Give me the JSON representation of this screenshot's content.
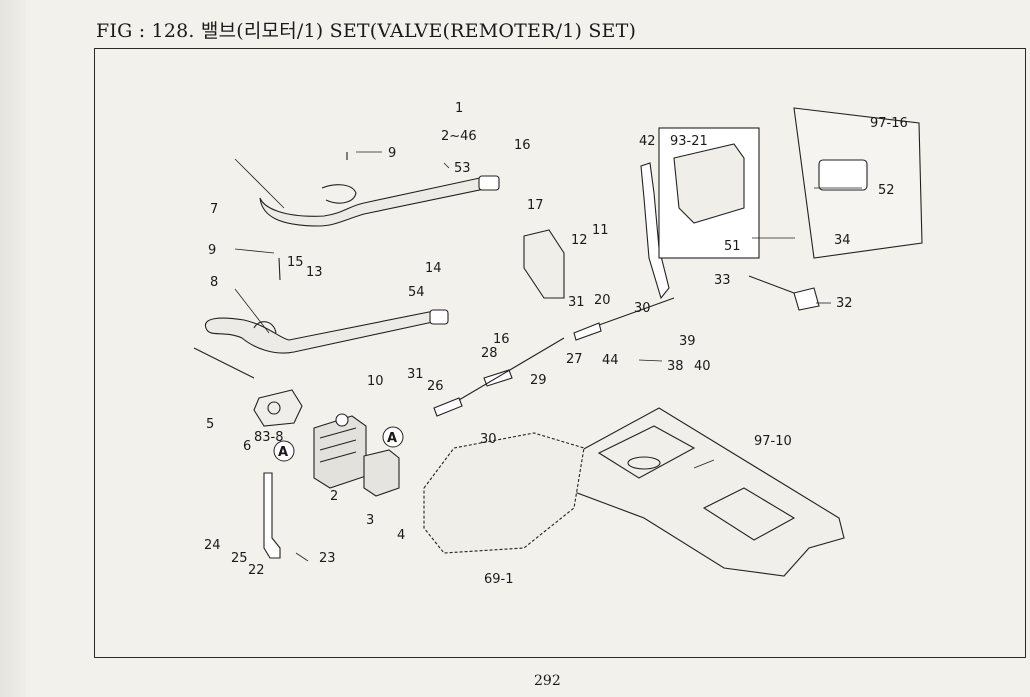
{
  "title": "FIG : 128. 밸브(리모터/1) SET(VALVE(REMOTER/1) SET)",
  "page_number": "292",
  "callouts": [
    {
      "id": "c1",
      "text": "1"
    },
    {
      "id": "c1r",
      "text": "2~46"
    },
    {
      "id": "c2",
      "text": "2"
    },
    {
      "id": "c3",
      "text": "3"
    },
    {
      "id": "c4",
      "text": "4"
    },
    {
      "id": "c5",
      "text": "5"
    },
    {
      "id": "c6",
      "text": "6"
    },
    {
      "id": "c7",
      "text": "7"
    },
    {
      "id": "c8",
      "text": "8"
    },
    {
      "id": "c9a",
      "text": "9"
    },
    {
      "id": "c9b",
      "text": "9"
    },
    {
      "id": "c10",
      "text": "10"
    },
    {
      "id": "c11",
      "text": "11"
    },
    {
      "id": "c12",
      "text": "12"
    },
    {
      "id": "c13",
      "text": "13"
    },
    {
      "id": "c14",
      "text": "14"
    },
    {
      "id": "c15",
      "text": "15"
    },
    {
      "id": "c16a",
      "text": "16"
    },
    {
      "id": "c16b",
      "text": "16"
    },
    {
      "id": "c17",
      "text": "17"
    },
    {
      "id": "c20",
      "text": "20"
    },
    {
      "id": "c22",
      "text": "22"
    },
    {
      "id": "c23",
      "text": "23"
    },
    {
      "id": "c24",
      "text": "24"
    },
    {
      "id": "c25",
      "text": "25"
    },
    {
      "id": "c26",
      "text": "26"
    },
    {
      "id": "c27",
      "text": "27"
    },
    {
      "id": "c28",
      "text": "28"
    },
    {
      "id": "c29",
      "text": "29"
    },
    {
      "id": "c30a",
      "text": "30"
    },
    {
      "id": "c30b",
      "text": "30"
    },
    {
      "id": "c31a",
      "text": "31"
    },
    {
      "id": "c31b",
      "text": "31"
    },
    {
      "id": "c32",
      "text": "32"
    },
    {
      "id": "c33",
      "text": "33"
    },
    {
      "id": "c34",
      "text": "34"
    },
    {
      "id": "c38",
      "text": "38"
    },
    {
      "id": "c39",
      "text": "39"
    },
    {
      "id": "c40",
      "text": "40"
    },
    {
      "id": "c42",
      "text": "42"
    },
    {
      "id": "c44",
      "text": "44"
    },
    {
      "id": "c51",
      "text": "51"
    },
    {
      "id": "c52",
      "text": "52"
    },
    {
      "id": "c53",
      "text": "53"
    },
    {
      "id": "c54",
      "text": "54"
    },
    {
      "id": "c69",
      "text": "69-1"
    },
    {
      "id": "c83",
      "text": "83-8"
    },
    {
      "id": "c93",
      "text": "93-21"
    },
    {
      "id": "c97a",
      "text": "97-16"
    },
    {
      "id": "c97b",
      "text": "97-10"
    }
  ],
  "markers": [
    {
      "id": "mA1",
      "text": "A"
    },
    {
      "id": "mA2",
      "text": "A"
    }
  ]
}
